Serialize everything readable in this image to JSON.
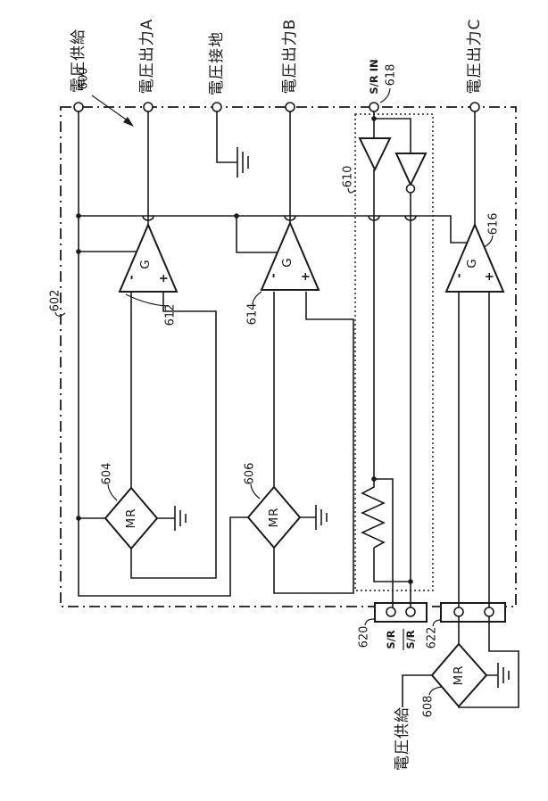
{
  "refs": {
    "r600": "600",
    "r602": "602",
    "r604": "604",
    "r606": "606",
    "r608": "608",
    "r610": "610",
    "r612": "612",
    "r614": "614",
    "r616": "616",
    "r618": "618",
    "r620": "620",
    "r622": "622"
  },
  "terminals": {
    "supply_top": "電圧供給",
    "out_a": "電圧出力A",
    "ground": "電圧接地",
    "out_b": "電圧出力B",
    "sr_in": "S/R IN",
    "out_c": "電圧出力C",
    "supply_bottom": "電圧供給"
  },
  "parts": {
    "gain": "G",
    "plus": "+",
    "minus": "-",
    "mr": "MR",
    "sr": "S/R",
    "sr_bar": "S/R"
  },
  "colors": {
    "ink": "#1b1b1b",
    "paper": "#ffffff"
  }
}
